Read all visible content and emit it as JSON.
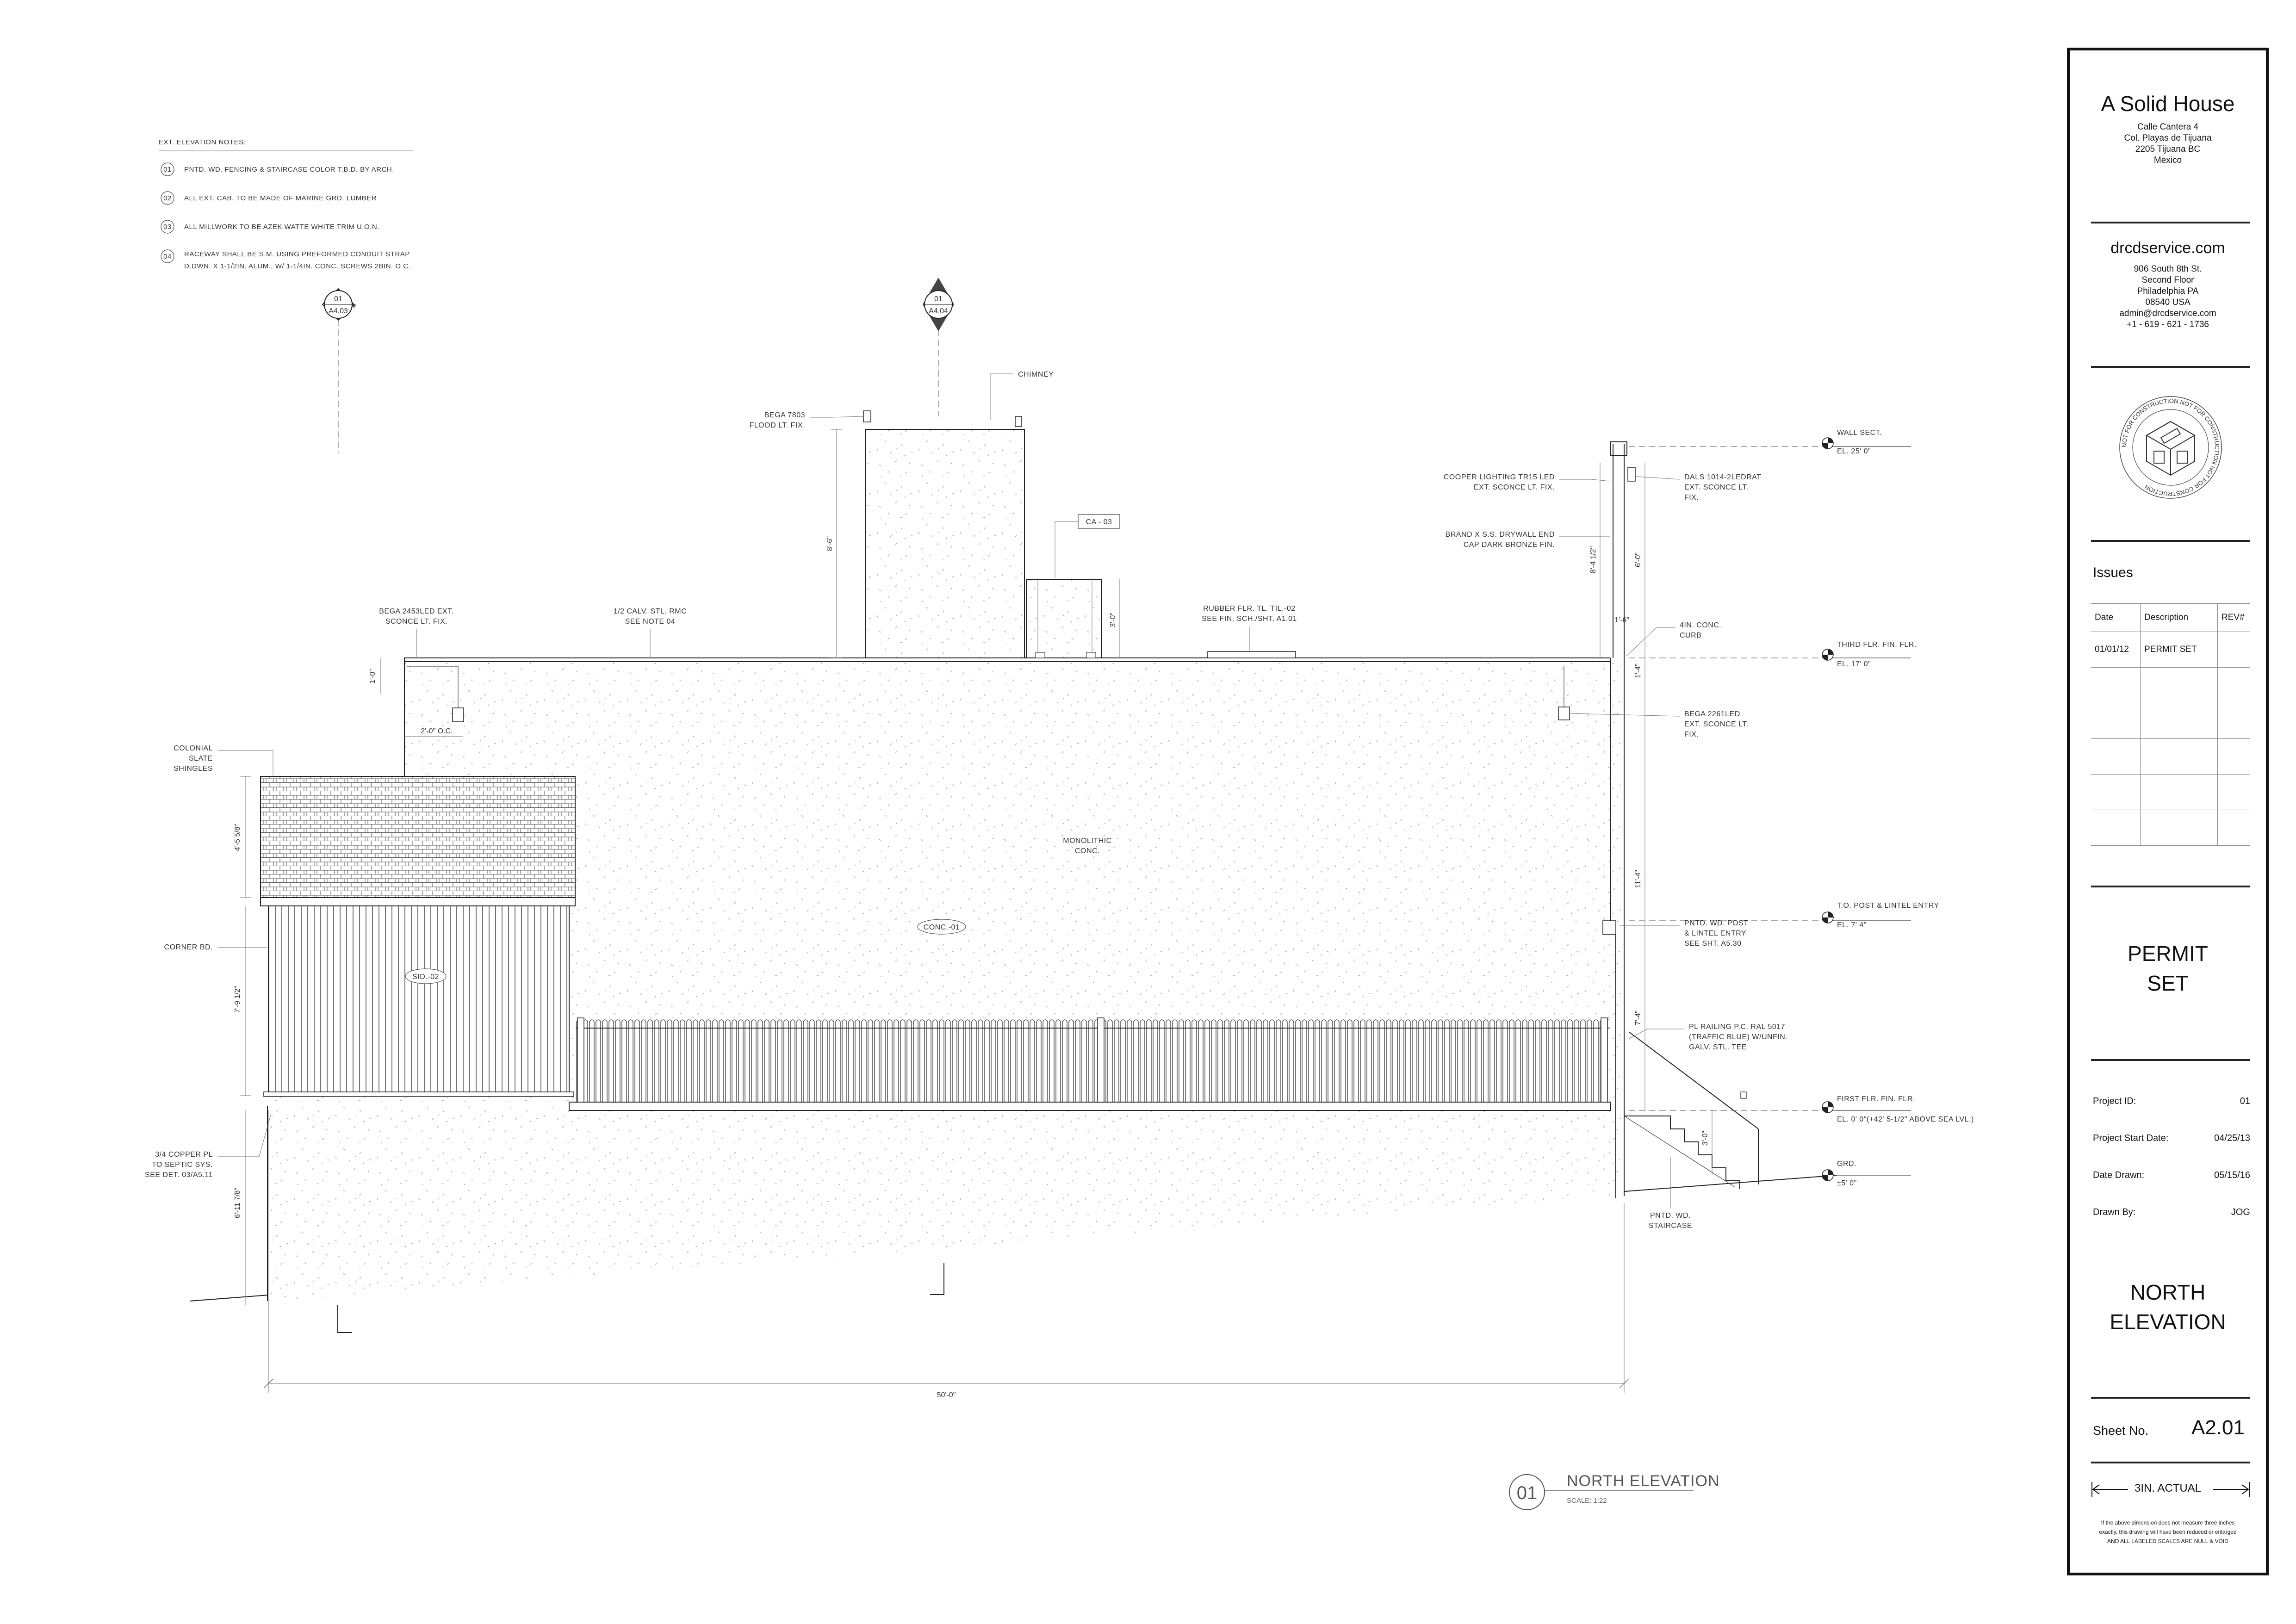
{
  "notes": {
    "heading": "EXT. ELEVATION NOTES:",
    "items": [
      {
        "num": "01",
        "lines": [
          "PNTD. WD. FENCING &  STAIRCASE COLOR T.B.D. BY ARCH."
        ]
      },
      {
        "num": "02",
        "lines": [
          "ALL EXT. CAB. TO BE MADE OF MARINE GRD. LUMBER"
        ]
      },
      {
        "num": "03",
        "lines": [
          "ALL MILLWORK TO BE AZEK WATTE WHITE TRIM U.O.N."
        ]
      },
      {
        "num": "04",
        "lines": [
          "RACEWAY SHALL BE S.M. USING PREFORMED CONDUIT STRAP",
          "D.DWN. X 1-1/2IN. ALUM., W/ 1-1/4IN. CONC. SCREWS 2BIN. O.C."
        ]
      }
    ]
  },
  "section_markers": [
    {
      "top": "01",
      "bottom": "A4.03"
    },
    {
      "top": "01",
      "bottom": "A4.04"
    }
  ],
  "labels": {
    "chimney": "CHIMNEY",
    "bega7803": [
      "BEGA 7803",
      "FLOOD LT. FIX."
    ],
    "ca03": "CA - 03",
    "bega2453": [
      "BEGA 2453LED EXT.",
      "SCONCE LT. FIX."
    ],
    "galv": [
      "1/2 CALV. STL. RMC",
      "SEE NOTE 04"
    ],
    "rubber": [
      "RUBBER FLR. TL. TIL.-02",
      "SEE FIN. SCH./SHT. A1.01"
    ],
    "cooper": [
      "COOPER LIGHTING TR15 LED",
      "EXT. SCONCE LT. FIX."
    ],
    "brand": [
      "BRAND X S.S. DRYWALL END",
      "CAP DARK BRONZE FIN."
    ],
    "dals": [
      "DALS 1014-2LEDRAT",
      "EXT. SCONCE LT.",
      "FIX."
    ],
    "curb": [
      "4IN. CONC.",
      "CURB"
    ],
    "bega2261": [
      "BEGA 2261LED",
      "EXT. SCONCE LT.",
      "FIX."
    ],
    "monolithic": [
      "MONOLITHIC",
      "CONC."
    ],
    "conc01": "CONC.-01",
    "sid02": "SID.-02",
    "colonial": [
      "COLONIAL",
      "SLATE",
      "SHINGLES"
    ],
    "corner": "CORNER BD.",
    "copper": [
      "3/4  COPPER PL",
      "TO SEPTIC SYS.",
      "SEE DET. 03/A5.11"
    ],
    "post": [
      "PNTD. WD. POST",
      "& LINTEL ENTRY",
      "SEE SHT. A5.30"
    ],
    "railing": [
      "PL RAILING P.C. RAL 5017",
      "(TRAFFIC BLUE) W/UNFIN.",
      "GALV. STL. TEE"
    ],
    "staircase": [
      "PNTD. WD.",
      "STAIRCASE"
    ]
  },
  "levels": [
    {
      "name": "WALL SECT.",
      "elev": "EL. 25' 0\""
    },
    {
      "name": "THIRD FLR. FIN. FLR.",
      "elev": "EL. 17' 0\""
    },
    {
      "name": "T.O. POST & LINTEL ENTRY",
      "elev": "EL. 7' 4\""
    },
    {
      "name": "FIRST FLR. FIN. FLR.",
      "elev": "EL. 0' 0\"(+42' 5-1/2\" ABOVE SEA LVL.)"
    },
    {
      "name": "GRD.",
      "elev": "±5' 0\""
    }
  ],
  "dims": {
    "overall": "50'-0\"",
    "chimney_h": "8'-6\"",
    "cab_h": "3'-0\"",
    "parapet": "1'-0\"",
    "offset": "2'-0\" O.C.",
    "roof": "4'-5 5/8\"",
    "wall": "7'-9 1/2\"",
    "base": "6'-11 7/8\"",
    "r1": "6'-0\"",
    "r2": "8'-4 1/2\"",
    "r3": "1'-4\"",
    "r4": "11'-4\"",
    "r5": "7'-4\"",
    "r6": "3'-0\"",
    "r7": "1'-6\""
  },
  "drawing_title": {
    "num": "01",
    "title": "NORTH ELEVATION",
    "scale": "SCALE:  1:22"
  },
  "titleblock": {
    "firm": "A Solid House",
    "firm_address": [
      "Calle Cantera 4",
      "Col. Playas de Tijuana",
      "2205 Tijuana BC",
      "Mexico"
    ],
    "site": "drcdservice.com",
    "site_address": [
      "906 South 8th St.",
      "Second Floor",
      "Philadelphia PA",
      "08540 USA",
      "admin@drcdservice.com",
      "+1 - 619 - 621 - 1736"
    ],
    "stamp_text": "NOT FOR CONSTRUCTION  NOT FOR CONSTRUCTION  NOT FOR CONSTRUCTION",
    "issues_heading": "Issues",
    "issues_headers": [
      "Date",
      "Description",
      "REV#"
    ],
    "issues_rows": [
      [
        "01/01/12",
        "PERMIT SET",
        ""
      ],
      [
        "",
        "",
        ""
      ],
      [
        "",
        "",
        ""
      ],
      [
        "",
        "",
        ""
      ],
      [
        "",
        "",
        ""
      ],
      [
        "",
        "",
        ""
      ]
    ],
    "set_title": [
      "PERMIT",
      "SET"
    ],
    "info": [
      {
        "label": "Project ID:",
        "value": "01"
      },
      {
        "label": "Project Start Date:",
        "value": "04/25/13"
      },
      {
        "label": "Date Drawn:",
        "value": "05/15/16"
      },
      {
        "label": "Drawn By:",
        "value": "JOG"
      }
    ],
    "sheet_title": [
      "NORTH",
      "ELEVATION"
    ],
    "sheet_label": "Sheet No.",
    "sheet_no": "A2.01",
    "scale_bar": "3IN. ACTUAL",
    "disclaimer": [
      "If the above dimension does not measure three inches",
      "exactly, this drawing will have been reduced or enlarged",
      "AND ALL LABELED SCALES ARE NULL & VOID"
    ]
  }
}
